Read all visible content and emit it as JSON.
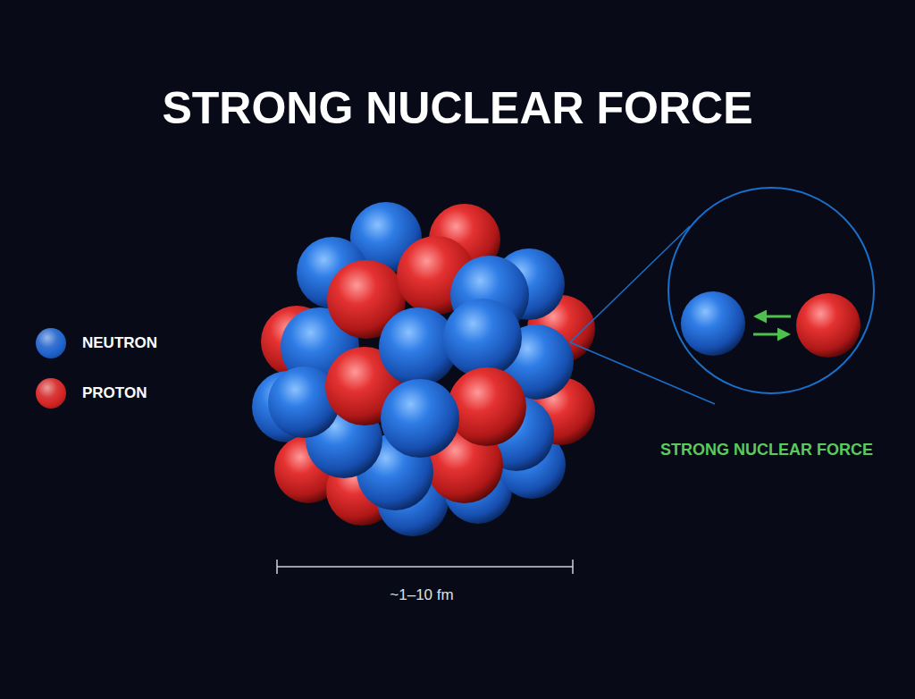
{
  "diagram": {
    "title": "STRONG NUCLEAR FORCE",
    "labels": [
      "STRONG NUCLEAR FORCE",
      "~1–10 fm"
    ],
    "legend": [
      {
        "text": "NEUTRON",
        "color": "#1f62cc"
      },
      {
        "text": "PROTON",
        "color": "#d42424"
      }
    ]
  }
}
